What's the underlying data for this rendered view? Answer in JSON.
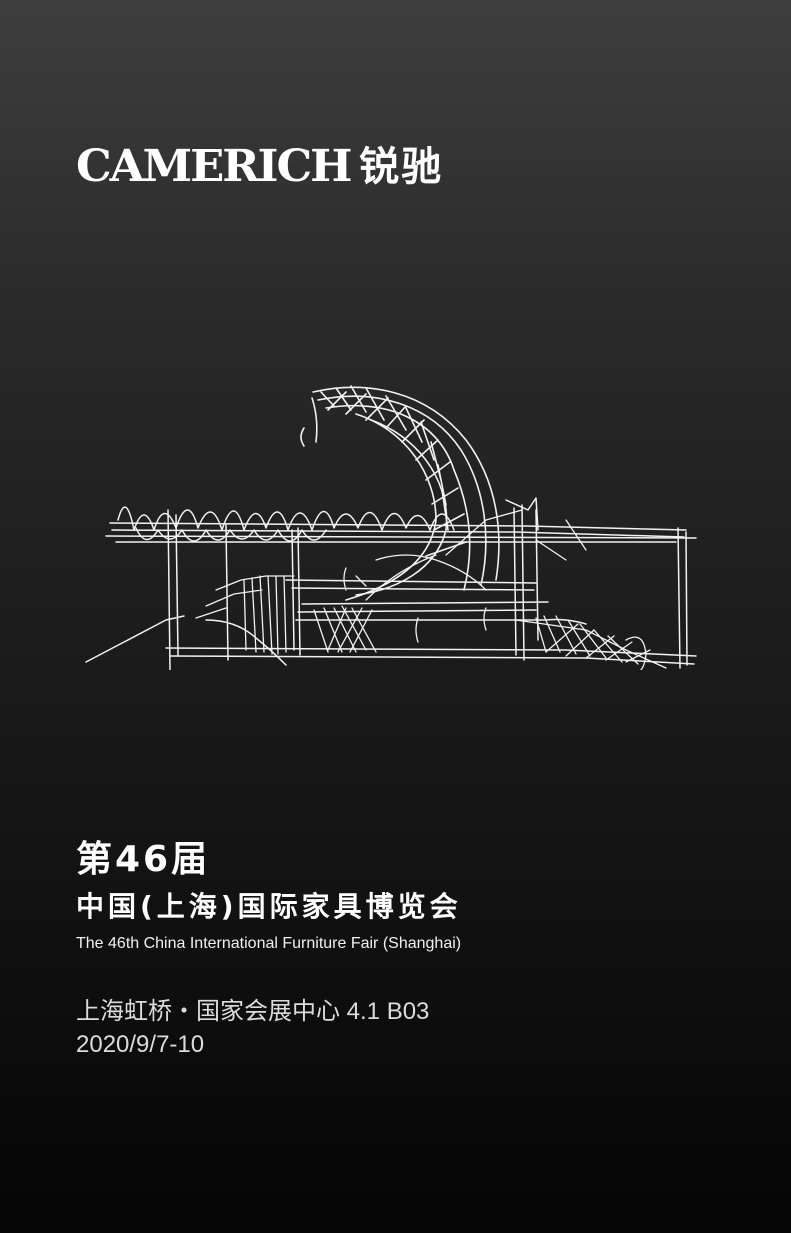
{
  "brand": {
    "wordmark": "CAMERICH",
    "chinese_name": "锐驰"
  },
  "illustration": {
    "subject": "architectural-sketch",
    "stroke_color": "#f2f2f2"
  },
  "event": {
    "edition": "第46届",
    "name_cn": "中国(上海)国际家具博览会",
    "name_en": "The 46th China International Furniture Fair (Shanghai)",
    "venue": "上海虹桥・国家会展中心 4.1 B03",
    "date": "2020/9/7-10"
  },
  "colors": {
    "background_top": "#3e3e3e",
    "background_bottom": "#050505",
    "headline_text": "#ffffff",
    "detail_text": "#dcdcdc"
  }
}
